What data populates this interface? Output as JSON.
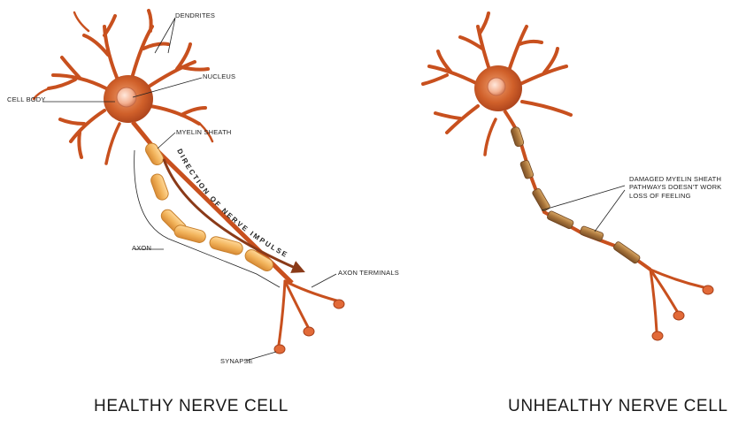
{
  "healthy": {
    "caption": "HEALTHY NERVE CELL",
    "labels": {
      "dendrites": "DENDRITES",
      "nucleus": "NUCLEUS",
      "cell_body": "CELL BODY",
      "myelin_sheath": "MYELIN SHEATH",
      "axon": "AXON",
      "axon_terminals": "AXON TERMINALS",
      "synapse": "SYNAPSE",
      "direction": "DIRECTION OF NERVE IMPULSE"
    }
  },
  "unhealthy": {
    "caption": "UNHEALTHY NERVE CELL",
    "labels": {
      "damage_line1": "DAMAGED MYELIN SHEATH",
      "damage_line2": "PATHWAYS DOESN'T WORK",
      "damage_line3": "LOSS OF FEELING"
    }
  },
  "colors": {
    "neuron": "#c8501e",
    "neuron_dark": "#8e2f12",
    "nucleus": "#f4b090",
    "myelin": "#f2b45c",
    "myelin_damaged": "#a8743a",
    "arrow": "#8a3a18",
    "line": "#222222"
  }
}
